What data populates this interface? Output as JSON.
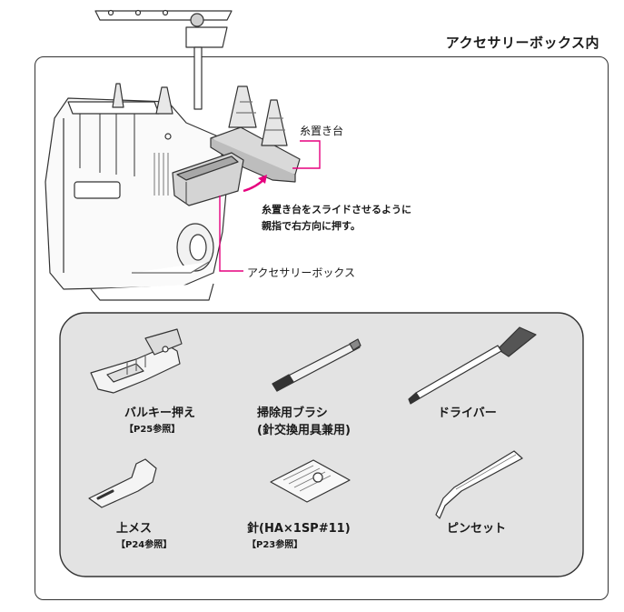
{
  "section_title": "アクセサリーボックス内",
  "callouts": {
    "thread_stand": "糸置き台",
    "instruction_line1": "糸置き台をスライドさせるように",
    "instruction_line2": "親指で右方向に押す。",
    "accessory_box": "アクセサリーボックス"
  },
  "accessories": {
    "bulky_foot": {
      "name": "バルキー押え",
      "ref": "【P25参照】"
    },
    "cleaning_brush": {
      "name_line1": "掃除用ブラシ",
      "name_line2": "(針交換用具兼用)"
    },
    "screwdriver": {
      "name": "ドライバー"
    },
    "upper_knife": {
      "name": "上メス",
      "ref": "【P24参照】"
    },
    "needles": {
      "name": "針(HA×1SP#11)",
      "ref": "【P23参照】"
    },
    "tweezers": {
      "name": "ピンセット"
    }
  },
  "colors": {
    "callout_line": "#e6007e",
    "panel_fill": "#e3e3e3",
    "outline": "#333333"
  }
}
